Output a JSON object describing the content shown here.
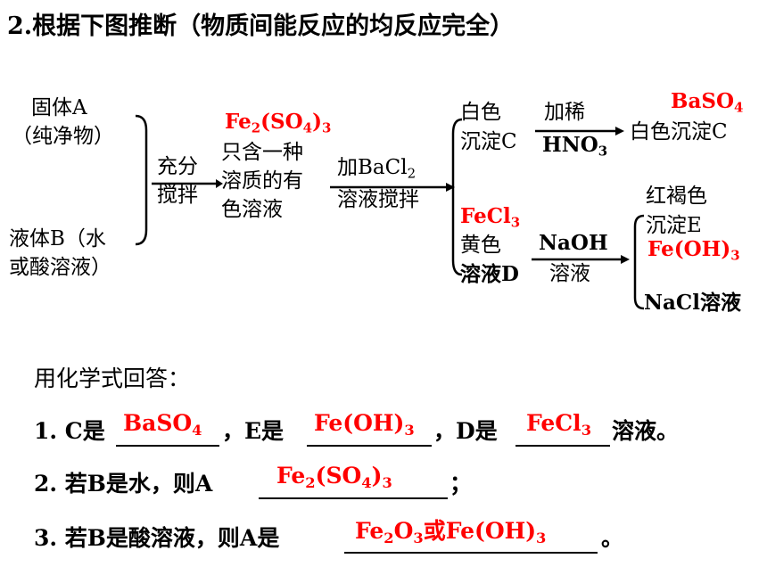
{
  "title": "2.根据下图推断（物质间能反应的均反应完全）",
  "diagram": {
    "solid_a": [
      "固体A",
      "（纯净物）"
    ],
    "liquid_b": [
      "液体B（水",
      "或酸溶液）"
    ],
    "step1_label": [
      "充分",
      "搅拌"
    ],
    "answer_fe2so43": {
      "pre": "Fe",
      "s1": "2",
      "mid": "(SO",
      "s2": "4",
      "post": ")",
      "s3": "3"
    },
    "solution_desc": [
      "只含一种",
      "溶质的有",
      "色溶液"
    ],
    "step2_label": {
      "line1_pre": "加BaCl",
      "line1_sub": "2",
      "line2": "溶液搅拌"
    },
    "white_ppt_c": [
      "白色",
      "沉淀C"
    ],
    "step3_label": {
      "line1": "加稀",
      "line2_pre": "HNO",
      "line2_sub": "3"
    },
    "answer_baso4": {
      "pre": "BaSO",
      "sub": "4"
    },
    "white_ppt_c_result": "白色沉淀C",
    "answer_fecl3": {
      "pre": "FeCl",
      "sub": "3"
    },
    "yellow_sol_d": [
      "黄色",
      "溶液D"
    ],
    "step4_label": [
      "NaOH",
      "溶液"
    ],
    "red_brown_ppt_e": [
      "红褐色",
      "沉淀E"
    ],
    "answer_feoh3": {
      "pre": "Fe(OH)",
      "sub": "3"
    },
    "nacl_solution": "NaCl溶液"
  },
  "questions": {
    "prompt": "用化学式回答：",
    "q1": {
      "part1": "1. C是",
      "ans1": {
        "pre": "BaSO",
        "sub": "4"
      },
      "part2": "，E是",
      "ans2": {
        "pre": "Fe(OH)",
        "sub": "3"
      },
      "part3": "，D是",
      "ans3": {
        "pre": "FeCl",
        "sub": "3"
      },
      "part4": "溶液。"
    },
    "q2": {
      "text": "2. 若B是水，则A",
      "ans": {
        "pre": "Fe",
        "s1": "2",
        "mid": "(SO",
        "s2": "4",
        "post": ")",
        "s3": "3"
      },
      "end": "；"
    },
    "q3": {
      "text": "3. 若B是酸溶液，则A是",
      "ans": {
        "pre": "Fe",
        "s1": "2",
        "mid": "O",
        "s2": "3",
        "post": "或Fe(OH)",
        "s3": "3"
      },
      "end": "。"
    }
  }
}
